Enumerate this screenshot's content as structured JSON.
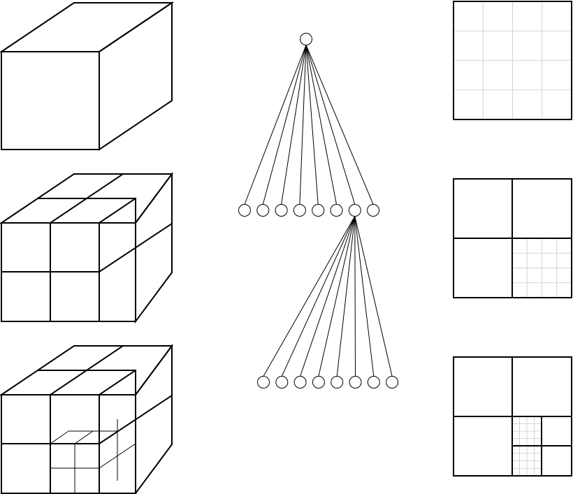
{
  "diagram": {
    "description_free": true,
    "cubes": [
      {
        "id": "cube-level-0",
        "subdivided_octants": []
      },
      {
        "id": "cube-level-1",
        "subdivided_octants": [
          "all-eight"
        ]
      },
      {
        "id": "cube-level-2",
        "subdivided_octants": [
          "front-bottom-right"
        ]
      }
    ],
    "tree": {
      "root_children": 8,
      "expanded_child_index": 6,
      "second_level_children": 8
    },
    "quadtree_panels": [
      {
        "id": "panel-level-0",
        "fine_grid_divisions": 4
      },
      {
        "id": "panel-level-1",
        "fine_grid_divisions": 4,
        "refined_quadrant": "bottom-right"
      },
      {
        "id": "panel-level-2",
        "fine_grid_divisions": 4,
        "refined_quadrant": "bottom-right-top-left"
      }
    ],
    "colors": {
      "stroke": "#000000",
      "grid": "#c8c8c8",
      "background": "#ffffff"
    }
  }
}
